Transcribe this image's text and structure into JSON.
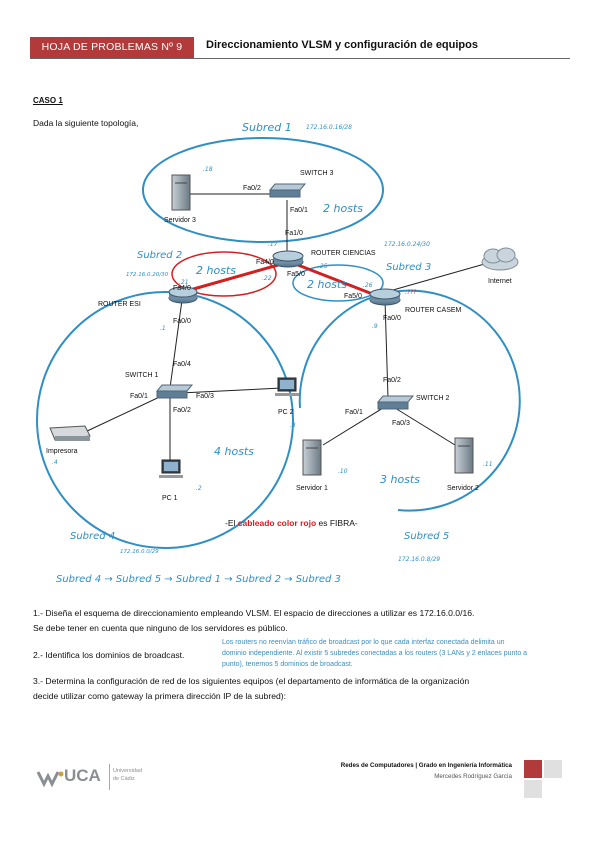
{
  "header": {
    "tag": "HOJA DE PROBLEMAS Nº 9",
    "title": "Direccionamiento VLSM y configuración de equipos"
  },
  "caso": "CASO 1",
  "intro": "Dada la siguiente topología,",
  "diagram": {
    "nodes": {
      "switch3": "SWITCH 3",
      "servidor3": "Servidor 3",
      "router_ciencias": "ROUTER CIENCIAS",
      "router_esi": "ROUTER ESI",
      "router_casem": "ROUTER CASEM",
      "internet": "Internet",
      "switch1": "SWITCH 1",
      "switch2": "SWITCH 2",
      "impresora": "Impresora",
      "pc1": "PC 1",
      "pc2": "PC 2",
      "servidor1": "Servidor 1",
      "servidor2": "Servidor 2"
    },
    "ports": {
      "s3_fa02": "Fa0/2",
      "s3_fa01": "Fa0/1",
      "rc_fa10": "Fa1/0",
      "rc_fa40": "Fa4/0",
      "rc_fa50": "Fa5/0",
      "re_fa40": "Fa4/0",
      "re_fa00": "Fa0/0",
      "rca_fa50": "Fa5/0",
      "rca_fa00": "Fa0/0",
      "s1_fa04": "Fa0/4",
      "s1_fa01": "Fa0/1",
      "s1_fa03": "Fa0/3",
      "s1_fa02": "Fa0/2",
      "s2_fa02": "Fa0/2",
      "s2_fa01": "Fa0/1",
      "s2_fa03": "Fa0/3"
    },
    "handwritten": {
      "subred1": "Subred 1",
      "subred1_addr": "172.16.0.16/28",
      "hosts2_top": "2 hosts",
      "ip_18": ".18",
      "ip_17": ".17",
      "rc_addr": "172.16.0.24/30",
      "subred2": "Subred 2",
      "subred2_addr": "172.16.0.20/30",
      "hosts2_left": "2 hosts",
      "ip_21": ".21",
      "ip_22": ".22",
      "ip_25": ".25",
      "hosts2_right": "2 hosts",
      "ip_26": ".26",
      "ip_qqq": ".???",
      "subred3": "Subred 3",
      "ip_1": ".1",
      "ip_9": ".9",
      "ip_3": ".3",
      "ip_4": ".4",
      "ip_2": ".2",
      "hosts4": "4 hosts",
      "ip_10": ".10",
      "ip_11": ".11",
      "hosts3": "3 hosts",
      "subred4": "Subred 4",
      "subred4_addr": "172.16.0.0/29",
      "subred5": "Subred 5",
      "subred5_addr": "172.16.0.8/29",
      "order": "Subred 4 → Subred 5 → Subred 1 → Subred 2 → Subred 3"
    },
    "caption_pre": "-El ",
    "caption_red": "cableado color rojo",
    "caption_post": " es FIBRA-"
  },
  "questions": {
    "q1_a": "1.- Diseña el esquema de direccionamiento empleando VLSM. El espacio de direcciones a utilizar es 172.16.0.0/16.",
    "q1_b": "Se debe tener en cuenta que ninguno de los servidores es público.",
    "q2": "2.- Identifica los dominios de broadcast.",
    "q2_note_1": "Los routers no reenvían tráfico de broadcast por lo que cada interfaz conectada delimita un",
    "q2_note_2": "dominio independiente. Al existir 5 subredes conectadas a los routers (3 LANs y 2 enlaces punto a",
    "q2_note_3": "punto), tenemos 5 dominios de broadcast.",
    "q3_a": "3.- Determina la configuración de red de los siguientes equipos (el departamento de informática de la organización",
    "q3_b": "decide utilizar como gateway la primera dirección IP de la subred):"
  },
  "footer": {
    "uca": "UCA",
    "uni_1": "Universidad",
    "uni_2": "de Cádiz",
    "course": "Redes de Computadores | Grado en Ingeniería Informática",
    "author": "Mercedes Rodríguez García"
  },
  "colors": {
    "header_red": "#b33a3a",
    "circle_blue": "#2f8fc5",
    "fiber_red": "#d22020",
    "handwriting_blue": "#2f8fc5"
  }
}
